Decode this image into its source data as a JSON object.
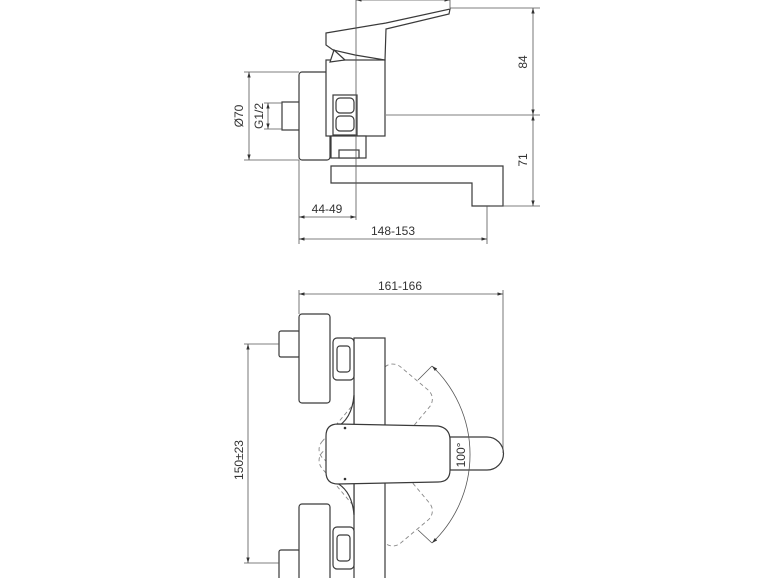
{
  "title": "Wall-mounted single-lever bath/basin mixer – dimensional drawing",
  "side_view": {
    "dim_diameter": "Ø70",
    "dim_thread": "G1/2",
    "dim_height_upper": "84",
    "dim_height_lower": "71",
    "dim_wall_offset": "44-49",
    "dim_spout_reach": "148-153"
  },
  "top_view": {
    "dim_total_depth": "161-166",
    "dim_centres": "150±23",
    "dim_lever_angle": "100°"
  },
  "colors": {
    "line": "#3a3a3a",
    "dimension": "#555555"
  }
}
